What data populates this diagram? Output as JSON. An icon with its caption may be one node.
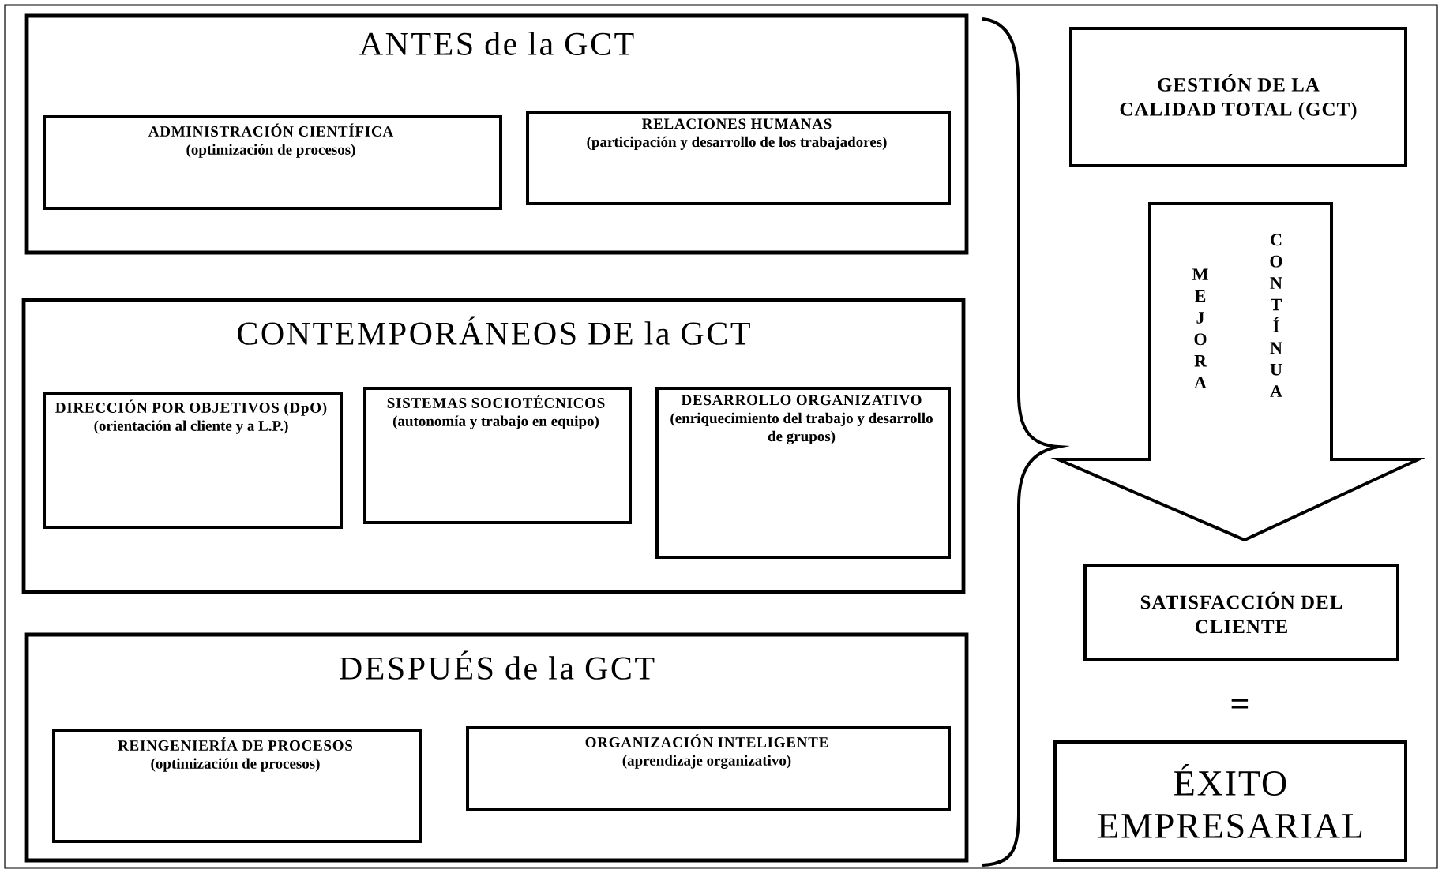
{
  "diagram": {
    "nodes": [
      {
        "text": [
          "ANTES de la GCT"
        ]
      },
      {
        "text": [
          "ADMINISTRACIÓN CIENTÍFICA",
          "(optimización de procesos)"
        ],
        "in": 0
      },
      {
        "text": [
          "RELACIONES HUMANAS",
          "(participación y desarrollo de los trabajadores)"
        ],
        "in": 0
      },
      {
        "text": [
          "CONTEMPORÁNEOS DE la GCT"
        ]
      },
      {
        "text": [
          "DIRECCIÓN POR OBJETIVOS (DpO)",
          "(orientación al cliente y a L.P.)"
        ],
        "in": 3
      },
      {
        "text": [
          "SISTEMAS SOCIOTÉCNICOS",
          "(autonomía y trabajo en equipo)"
        ],
        "in": 3
      },
      {
        "text": [
          "DESARROLLO ORGANIZATIVO",
          "(enriquecimiento del trabajo y desarrollo de grupos)"
        ],
        "in": 3
      },
      {
        "text": [
          "DESPUÉS de la GCT"
        ]
      },
      {
        "text": [
          "REINGENIERÍA DE PROCESOS",
          "(optimización de procesos)"
        ],
        "in": 7
      },
      {
        "text": [
          "ORGANIZACIÓN INTELIGENTE",
          "(aprendizaje organizativo)"
        ],
        "in": 7
      },
      {
        "text": [
          "GESTIÓN DE LA CALIDAD TOTAL (GCT)"
        ]
      },
      {
        "text": [
          "SATISFACCIÓN DEL CLIENTE"
        ]
      },
      {
        "text": [
          "ÉXITO EMPRESARIAL"
        ]
      }
    ],
    "edges": [
      {
        "from": 10,
        "to": 11,
        "arrow": "to",
        "style": "thick"
      }
    ],
    "labels": [
      "MEJORA",
      "CONTÍNUA",
      "="
    ]
  }
}
